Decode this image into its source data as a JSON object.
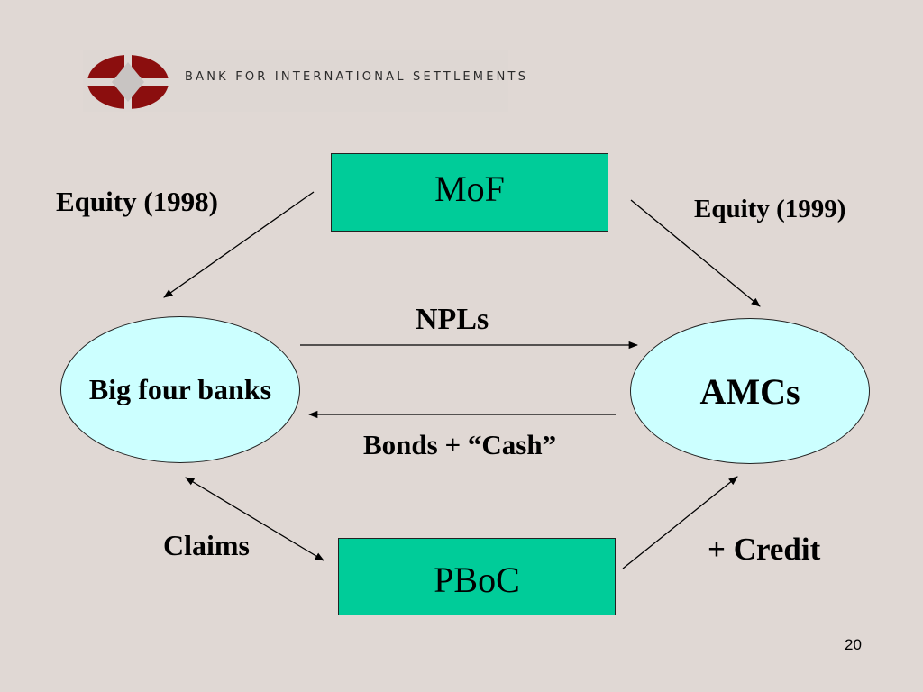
{
  "header": {
    "logo_text": "BANK FOR INTERNATIONAL SETTLEMENTS",
    "logo_icon": "bis-logo-icon"
  },
  "nodes": {
    "mof": "MoF",
    "pboc": "PBoC",
    "big_four_banks": "Big four banks",
    "amcs": "AMCs"
  },
  "flows": {
    "equity_1998": "Equity (1998)",
    "equity_1999": "Equity (1999)",
    "npls": "NPLs",
    "bonds_cash": "Bonds + “Cash”",
    "claims": "Claims",
    "credit": "+ Credit"
  },
  "footer": {
    "page_number": "20"
  },
  "colors": {
    "background": "#e0d8d4",
    "box_fill": "#00cc99",
    "ellipse_fill": "#ccffff",
    "logo_red": "#8b0e0e",
    "logo_grey": "#c8c4c2"
  }
}
